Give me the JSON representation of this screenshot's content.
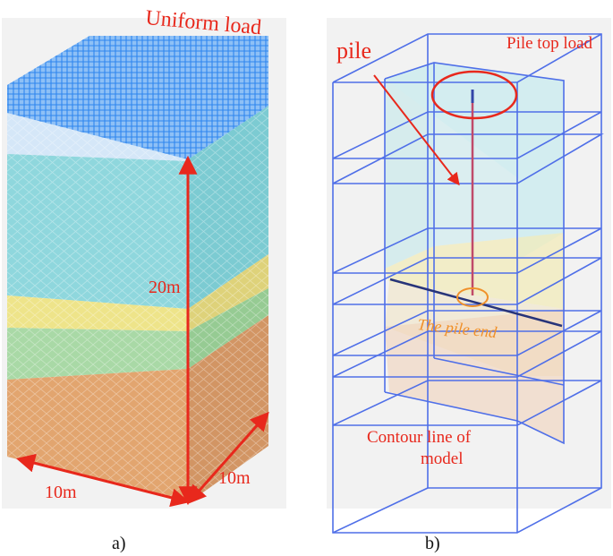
{
  "panel_a": {
    "title_label": "Uniform load",
    "height_label": "20m",
    "width_label": "10m",
    "depth_label": "10m",
    "caption": "a)"
  },
  "panel_b": {
    "pile_label": "pile",
    "top_load_label": "Pile top load",
    "pile_end_label": "The pile end",
    "contour_label_line1": "Contour line of",
    "contour_label_line2": "model",
    "caption": "b)"
  },
  "colors": {
    "load_blue": "#3d8ff0",
    "soil_top": "#cfe3f6",
    "soil_cyan": "#8fd7dd",
    "soil_yellow": "#eee48a",
    "soil_green": "#a9d9a6",
    "soil_orange": "#e2a56f",
    "annotation_red": "#e8281c",
    "wireframe_blue": "#4f6fe8",
    "pile_end_orange": "#f0902a"
  }
}
